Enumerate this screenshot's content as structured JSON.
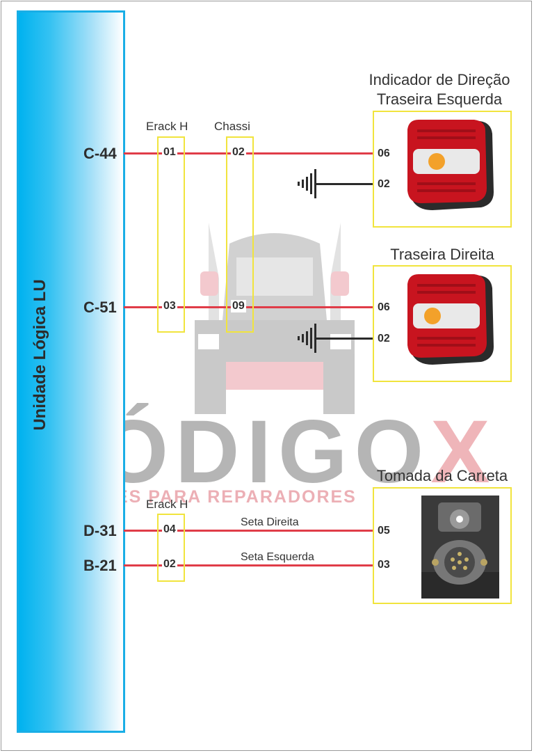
{
  "lu_title": "Unidade Lógica LU",
  "watermark": {
    "main": "CÓDIGO",
    "x": "X",
    "sub": "SOLUÇÕES PARA REPARADORES"
  },
  "connectors": {
    "erack1": "Erack H",
    "chassi": "Chassi",
    "erack2": "Erack H"
  },
  "pins": [
    "C-44",
    "C-51",
    "D-31",
    "B-21"
  ],
  "rows": {
    "c44": {
      "erack": "01",
      "chassi": "02",
      "lamp": "06",
      "ground": "02"
    },
    "c51": {
      "erack": "03",
      "chassi": "09",
      "lamp": "06",
      "ground": "02"
    },
    "d31": {
      "erack": "04",
      "wire": "Seta Direita",
      "socket": "05"
    },
    "b21": {
      "erack": "02",
      "wire": "Seta Esquerda",
      "socket": "03"
    }
  },
  "components": {
    "left_lamp_title_1": "Indicador de Direção",
    "left_lamp_title_2": "Traseira Esquerda",
    "right_lamp_title": "Traseira Direita",
    "socket_title": "Tomada da Carreta"
  },
  "colors": {
    "wire": "#e03c48",
    "ground": "#2a2a2a",
    "connector_box": "#f1e43d",
    "lu_bar": "#00b2ef"
  }
}
